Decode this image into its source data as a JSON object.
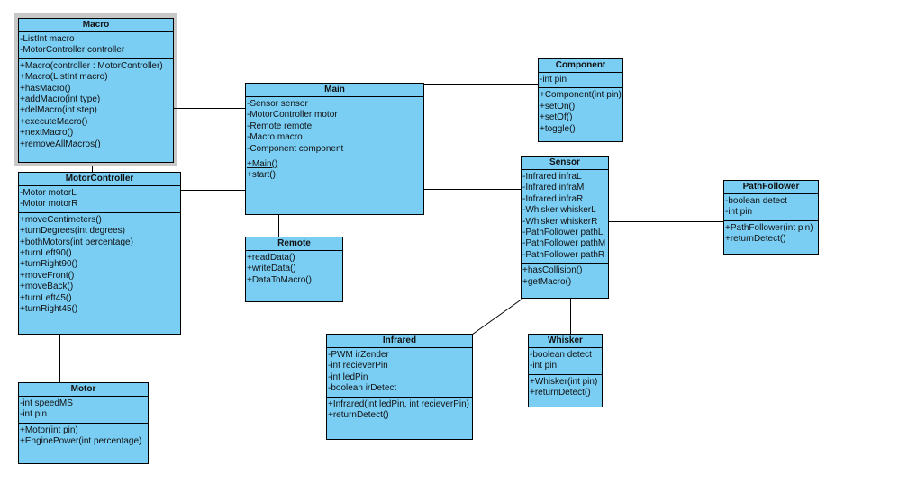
{
  "diagram": {
    "type": "uml-class-diagram",
    "colors": {
      "class_fill": "#7acef4",
      "border": "#000000",
      "selection": "#c8c8c8"
    },
    "selected_class": "Macro",
    "classes": [
      {
        "id": "macro",
        "name": "Macro",
        "attributes": [
          "-ListInt macro",
          "-MotorController controller"
        ],
        "methods": [
          "+Macro(controller : MotorController)",
          "+Macro(ListInt macro)",
          "+hasMacro()",
          "+addMacro(int type)",
          "+delMacro(int step)",
          "+executeMacro()",
          "+nextMacro()",
          "+removeAllMacros()"
        ]
      },
      {
        "id": "motorcontroller",
        "name": "MotorController",
        "attributes": [
          "-Motor motorL",
          "-Motor motorR"
        ],
        "methods": [
          "+moveCentimeters()",
          "+turnDegrees(int degrees)",
          "+bothMotors(int percentage)",
          "+turnLeft90()",
          "+turnRight90()",
          "+moveFront()",
          "+moveBack()",
          "+turnLeft45()",
          "+turnRight45()"
        ]
      },
      {
        "id": "main",
        "name": "Main",
        "attributes": [
          "-Sensor sensor",
          "-MotorController motor",
          "-Remote remote",
          "-Macro macro",
          "-Component component"
        ],
        "methods": [
          "+Main()",
          "+start()"
        ],
        "static_methods": [
          "+Main()"
        ]
      },
      {
        "id": "component",
        "name": "Component",
        "attributes": [
          "-int pin"
        ],
        "methods": [
          "+Component(int pin)",
          "+setOn()",
          "+setOf()",
          "+toggle()"
        ]
      },
      {
        "id": "sensor",
        "name": "Sensor",
        "attributes": [
          "-Infrared infraL",
          "-Infrared infraM",
          "-Infrared infraR",
          "-Whisker whiskerL",
          "-Whisker whiskerR",
          "-PathFollower pathL",
          "-PathFollower pathM",
          "-PathFollower pathR"
        ],
        "methods": [
          "+hasCollision()",
          "+getMacro()"
        ]
      },
      {
        "id": "remote",
        "name": "Remote",
        "attributes": [],
        "methods": [
          "+readData()",
          "+writeData()",
          "+DataToMacro()"
        ]
      },
      {
        "id": "pathfollower",
        "name": "PathFollower",
        "attributes": [
          "-boolean detect",
          "-int pin"
        ],
        "methods": [
          "+PathFollower(int pin)",
          "+returnDetect()"
        ]
      },
      {
        "id": "infrared",
        "name": "Infrared",
        "attributes": [
          "-PWM irZender",
          "-int recieverPin",
          "-int ledPin",
          "-boolean irDetect"
        ],
        "methods": [
          "+Infrared(int ledPin, int recieverPin)",
          "+returnDetect()"
        ]
      },
      {
        "id": "whisker",
        "name": "Whisker",
        "attributes": [
          "-boolean detect",
          "-int pin"
        ],
        "methods": [
          "+Whisker(int pin)",
          "+returnDetect()"
        ]
      },
      {
        "id": "motor",
        "name": "Motor",
        "attributes": [
          "-int speedMS",
          "-int pin"
        ],
        "methods": [
          "+Motor(int pin)",
          "+EnginePower(int percentage)"
        ]
      }
    ],
    "associations": [
      [
        "Macro",
        "Main"
      ],
      [
        "Macro",
        "MotorController"
      ],
      [
        "MotorController",
        "Main"
      ],
      [
        "Main",
        "Component"
      ],
      [
        "Main",
        "Sensor"
      ],
      [
        "Main",
        "Remote"
      ],
      [
        "Sensor",
        "PathFollower"
      ],
      [
        "Sensor",
        "Infrared"
      ],
      [
        "Sensor",
        "Whisker"
      ],
      [
        "MotorController",
        "Motor"
      ]
    ]
  }
}
